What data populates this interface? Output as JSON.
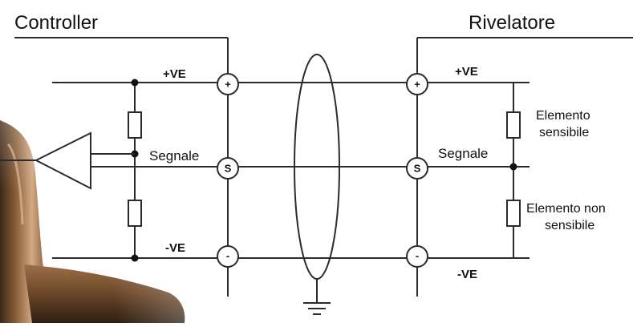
{
  "controller": {
    "title": "Controller",
    "pos_label": "+VE",
    "signal_label": "Segnale",
    "neg_label": "-VE"
  },
  "detector": {
    "title": "Rivelatore",
    "pos_label": "+VE",
    "signal_label": "Segnale",
    "neg_label": "-VE",
    "sensing_element_line1": "Elemento",
    "sensing_element_line2": "sensibile",
    "nonsensing_element_line1": "Elemento non",
    "nonsensing_element_line2": "sensibile"
  },
  "terminals": {
    "positive": "+",
    "signal": "S",
    "negative": "-"
  },
  "colors": {
    "wire": "#2b2b2b",
    "bronze_highlight": "#c9a27a",
    "bronze_dark": "#5a3d24"
  }
}
